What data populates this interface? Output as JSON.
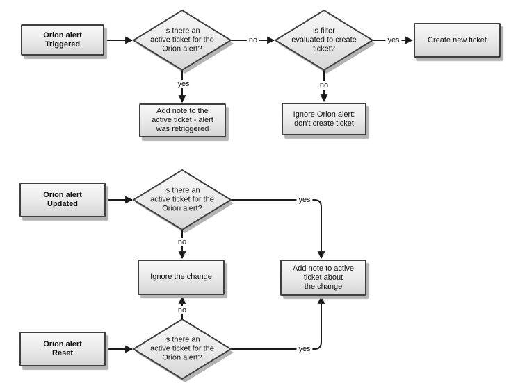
{
  "colors": {
    "node_fill_top": "#f8f8f8",
    "node_fill_bottom": "#d6d6d6",
    "node_border": "#3f3f3f",
    "shadow": "#b4b4b4",
    "connector": "#1a1a1a",
    "text": "#111111",
    "background": "#ffffff"
  },
  "flow_triggered": {
    "start": "Orion alert\nTriggered",
    "decision_active_ticket": "is there an\nactive ticket for the\nOrion alert?",
    "decision_yes_label": "yes",
    "decision_no_label": "no",
    "yes_action": "Add note to the\nactive ticket - alert\nwas retriggered",
    "decision_filter": "is filter\nevaluated to create\nticket?",
    "filter_yes_label": "yes",
    "filter_no_label": "no",
    "filter_yes_action": "Create new ticket",
    "filter_no_action": "Ignore Orion alert:\ndon't create ticket"
  },
  "flow_updated": {
    "start": "Orion alert\nUpdated",
    "decision_active_ticket": "is there an\nactive ticket for the\nOrion alert?",
    "yes_label": "yes",
    "no_label": "no"
  },
  "flow_reset": {
    "start": "Orion alert\nReset",
    "decision_active_ticket": "is there an\nactive ticket for the\nOrion alert?",
    "yes_label": "yes",
    "no_label": "no"
  },
  "shared_actions": {
    "no_action": "Ignore the change",
    "yes_action": "Add note to active\nticket about\nthe change"
  }
}
